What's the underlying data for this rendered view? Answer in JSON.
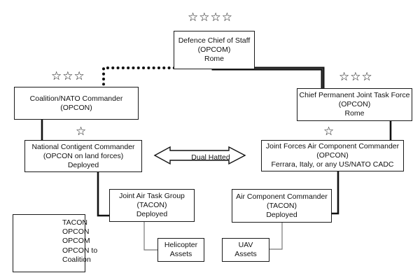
{
  "diagram": {
    "nodes": {
      "dcs": {
        "lines": [
          "Defence Chief of Staff",
          "(OPCOM)",
          "Rome"
        ],
        "stars": "☆☆☆☆"
      },
      "coalition": {
        "lines": [
          "Coalition/NATO Commander",
          "(OPCON)"
        ],
        "stars": "☆☆☆"
      },
      "cpjtf": {
        "lines": [
          "Chief Permanent Joint Task Force",
          "(OPCON)",
          "Rome"
        ],
        "stars": "☆☆☆"
      },
      "ncc": {
        "lines": [
          "National Contigent Commander",
          "(OPCON on land forces)",
          "Deployed"
        ],
        "stars": "☆"
      },
      "jfacc": {
        "lines": [
          "Joint Forces Air Component Commander",
          "(OPCON)",
          "Ferrara, Italy, or any US/NATO CADC"
        ],
        "stars": "☆"
      },
      "jatg": {
        "lines": [
          "Joint Air Task Group",
          "(TACON)",
          "Deployed"
        ]
      },
      "acc": {
        "lines": [
          "Air Component Commander",
          "(TACON)",
          "Deployed"
        ]
      },
      "heli": {
        "lines": [
          "Helicopter",
          "Assets"
        ]
      },
      "uav": {
        "lines": [
          "UAV",
          "Assets"
        ]
      }
    },
    "dual_hatted_label": "Dual Hatted",
    "edges": [
      {
        "from": "dcs",
        "to": "coalition",
        "type": "OPCON to Coalition"
      },
      {
        "from": "dcs",
        "to": "cpjtf",
        "type": "OPCOM"
      },
      {
        "from": "coalition",
        "to": "ncc",
        "type": "OPCON"
      },
      {
        "from": "cpjtf",
        "to": "jfacc",
        "type": "OPCON"
      },
      {
        "from": "ncc",
        "to": "jatg",
        "type": "OPCON"
      },
      {
        "from": "jfacc",
        "to": "acc",
        "type": "OPCON"
      },
      {
        "from": "jatg",
        "to": "heli",
        "type": "TACON"
      },
      {
        "from": "acc",
        "to": "uav",
        "type": "TACON"
      },
      {
        "from": "ncc",
        "to": "jfacc",
        "type": "Dual Hatted"
      }
    ],
    "legend": {
      "items": [
        {
          "label": "TACON",
          "style": "thin"
        },
        {
          "label": "OPCON",
          "style": "medium"
        },
        {
          "label": "OPCOM",
          "style": "thick"
        },
        {
          "label": "OPCON to",
          "style": "dotted"
        },
        {
          "label": "Coalition",
          "style": "none"
        }
      ]
    }
  }
}
